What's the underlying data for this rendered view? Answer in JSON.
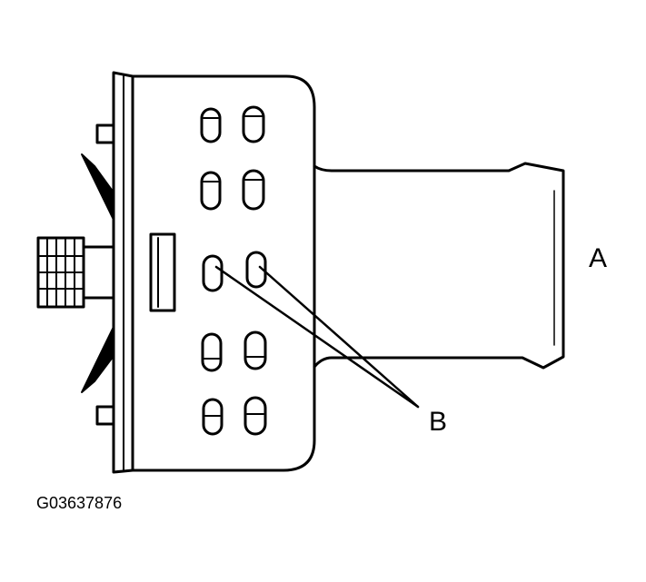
{
  "callouts": {
    "a": "A",
    "b": "B"
  },
  "figure_id": "G03637876",
  "colors": {
    "ink": "#000000",
    "paper": "#ffffff"
  }
}
